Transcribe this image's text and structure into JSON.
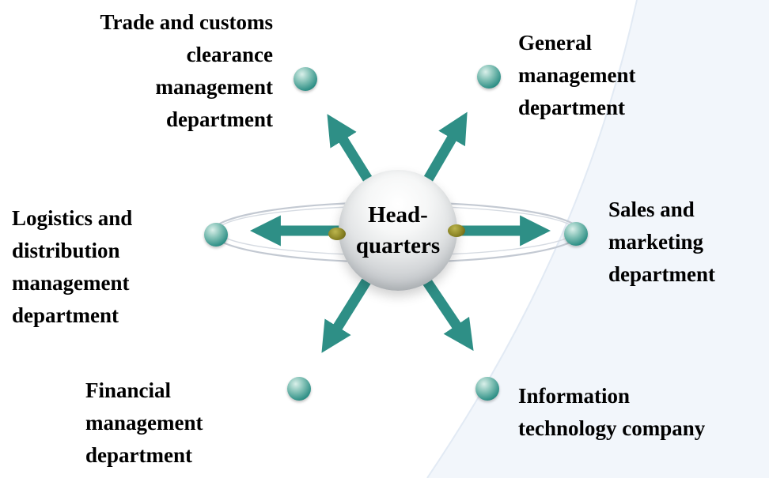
{
  "diagram": {
    "center": {
      "label": "Head-\nquarters"
    },
    "nodes": [
      {
        "id": "trade-customs-clearance",
        "label": "Trade and customs\nclearance\nmanagement\ndepartment"
      },
      {
        "id": "general-management",
        "label": "General\nmanagement\ndepartment"
      },
      {
        "id": "logistics-distribution",
        "label": "Logistics and\ndistribution\nmanagement\ndepartment"
      },
      {
        "id": "sales-marketing",
        "label": "Sales and\nmarketing\ndepartment"
      },
      {
        "id": "financial-management",
        "label": "Financial\nmanagement\ndepartment"
      },
      {
        "id": "information-technology",
        "label": "Information\ntechnology company"
      }
    ],
    "colors": {
      "arrow": "#2E8F86",
      "node_dot": "#2E8F86",
      "text": "#000000",
      "ring": "#C3C9D2",
      "background_swoosh": "#EDF3FA"
    }
  }
}
